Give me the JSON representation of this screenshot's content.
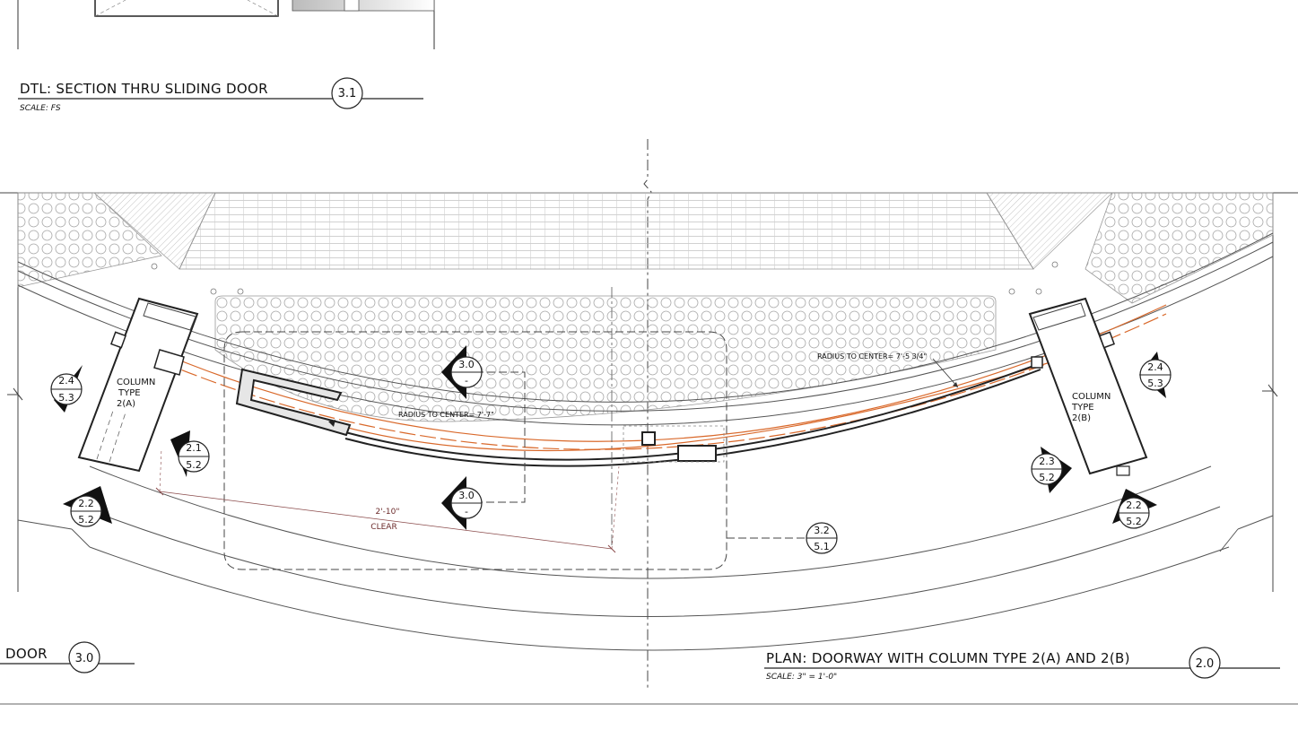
{
  "title_section": "DTL: SECTION THRU SLIDING DOOR",
  "scale_section": "SCALE: FS",
  "tag_section": "3.1",
  "title_plan": "PLAN: DOORWAY WITH COLUMN TYPE 2(A) AND 2(B)",
  "scale_plan": "SCALE: 3\" = 1'-0\"",
  "tag_plan": "2.0",
  "title_left": "DOOR",
  "tag_left": "3.0",
  "col_a": [
    "COLUMN",
    "TYPE",
    "2(A)"
  ],
  "col_b": [
    "COLUMN",
    "TYPE",
    "2(B)"
  ],
  "radius_1": "RADIUS TO CENTER= 7'-7\"",
  "radius_2": "RADIUS TO CENTER= 7'-5 3/4\"",
  "clear_dim": "2'-10\"",
  "clear_label": "CLEAR",
  "callouts": {
    "c24a": [
      "2.4",
      "5.3"
    ],
    "c24b": [
      "2.4",
      "5.3"
    ],
    "c21": [
      "2.1",
      "5.2"
    ],
    "c22a": [
      "2.2",
      "5.2"
    ],
    "c22b": [
      "2.2",
      "5.2"
    ],
    "c23": [
      "2.3",
      "5.2"
    ],
    "c30a": [
      "3.0",
      "-"
    ],
    "c30b": [
      "3.0",
      "-"
    ],
    "c32": [
      "3.2",
      "5.1"
    ]
  },
  "colors": {
    "line": "#1a1a1a",
    "accent": "#d9692b",
    "dim": "#6b2a2a"
  }
}
